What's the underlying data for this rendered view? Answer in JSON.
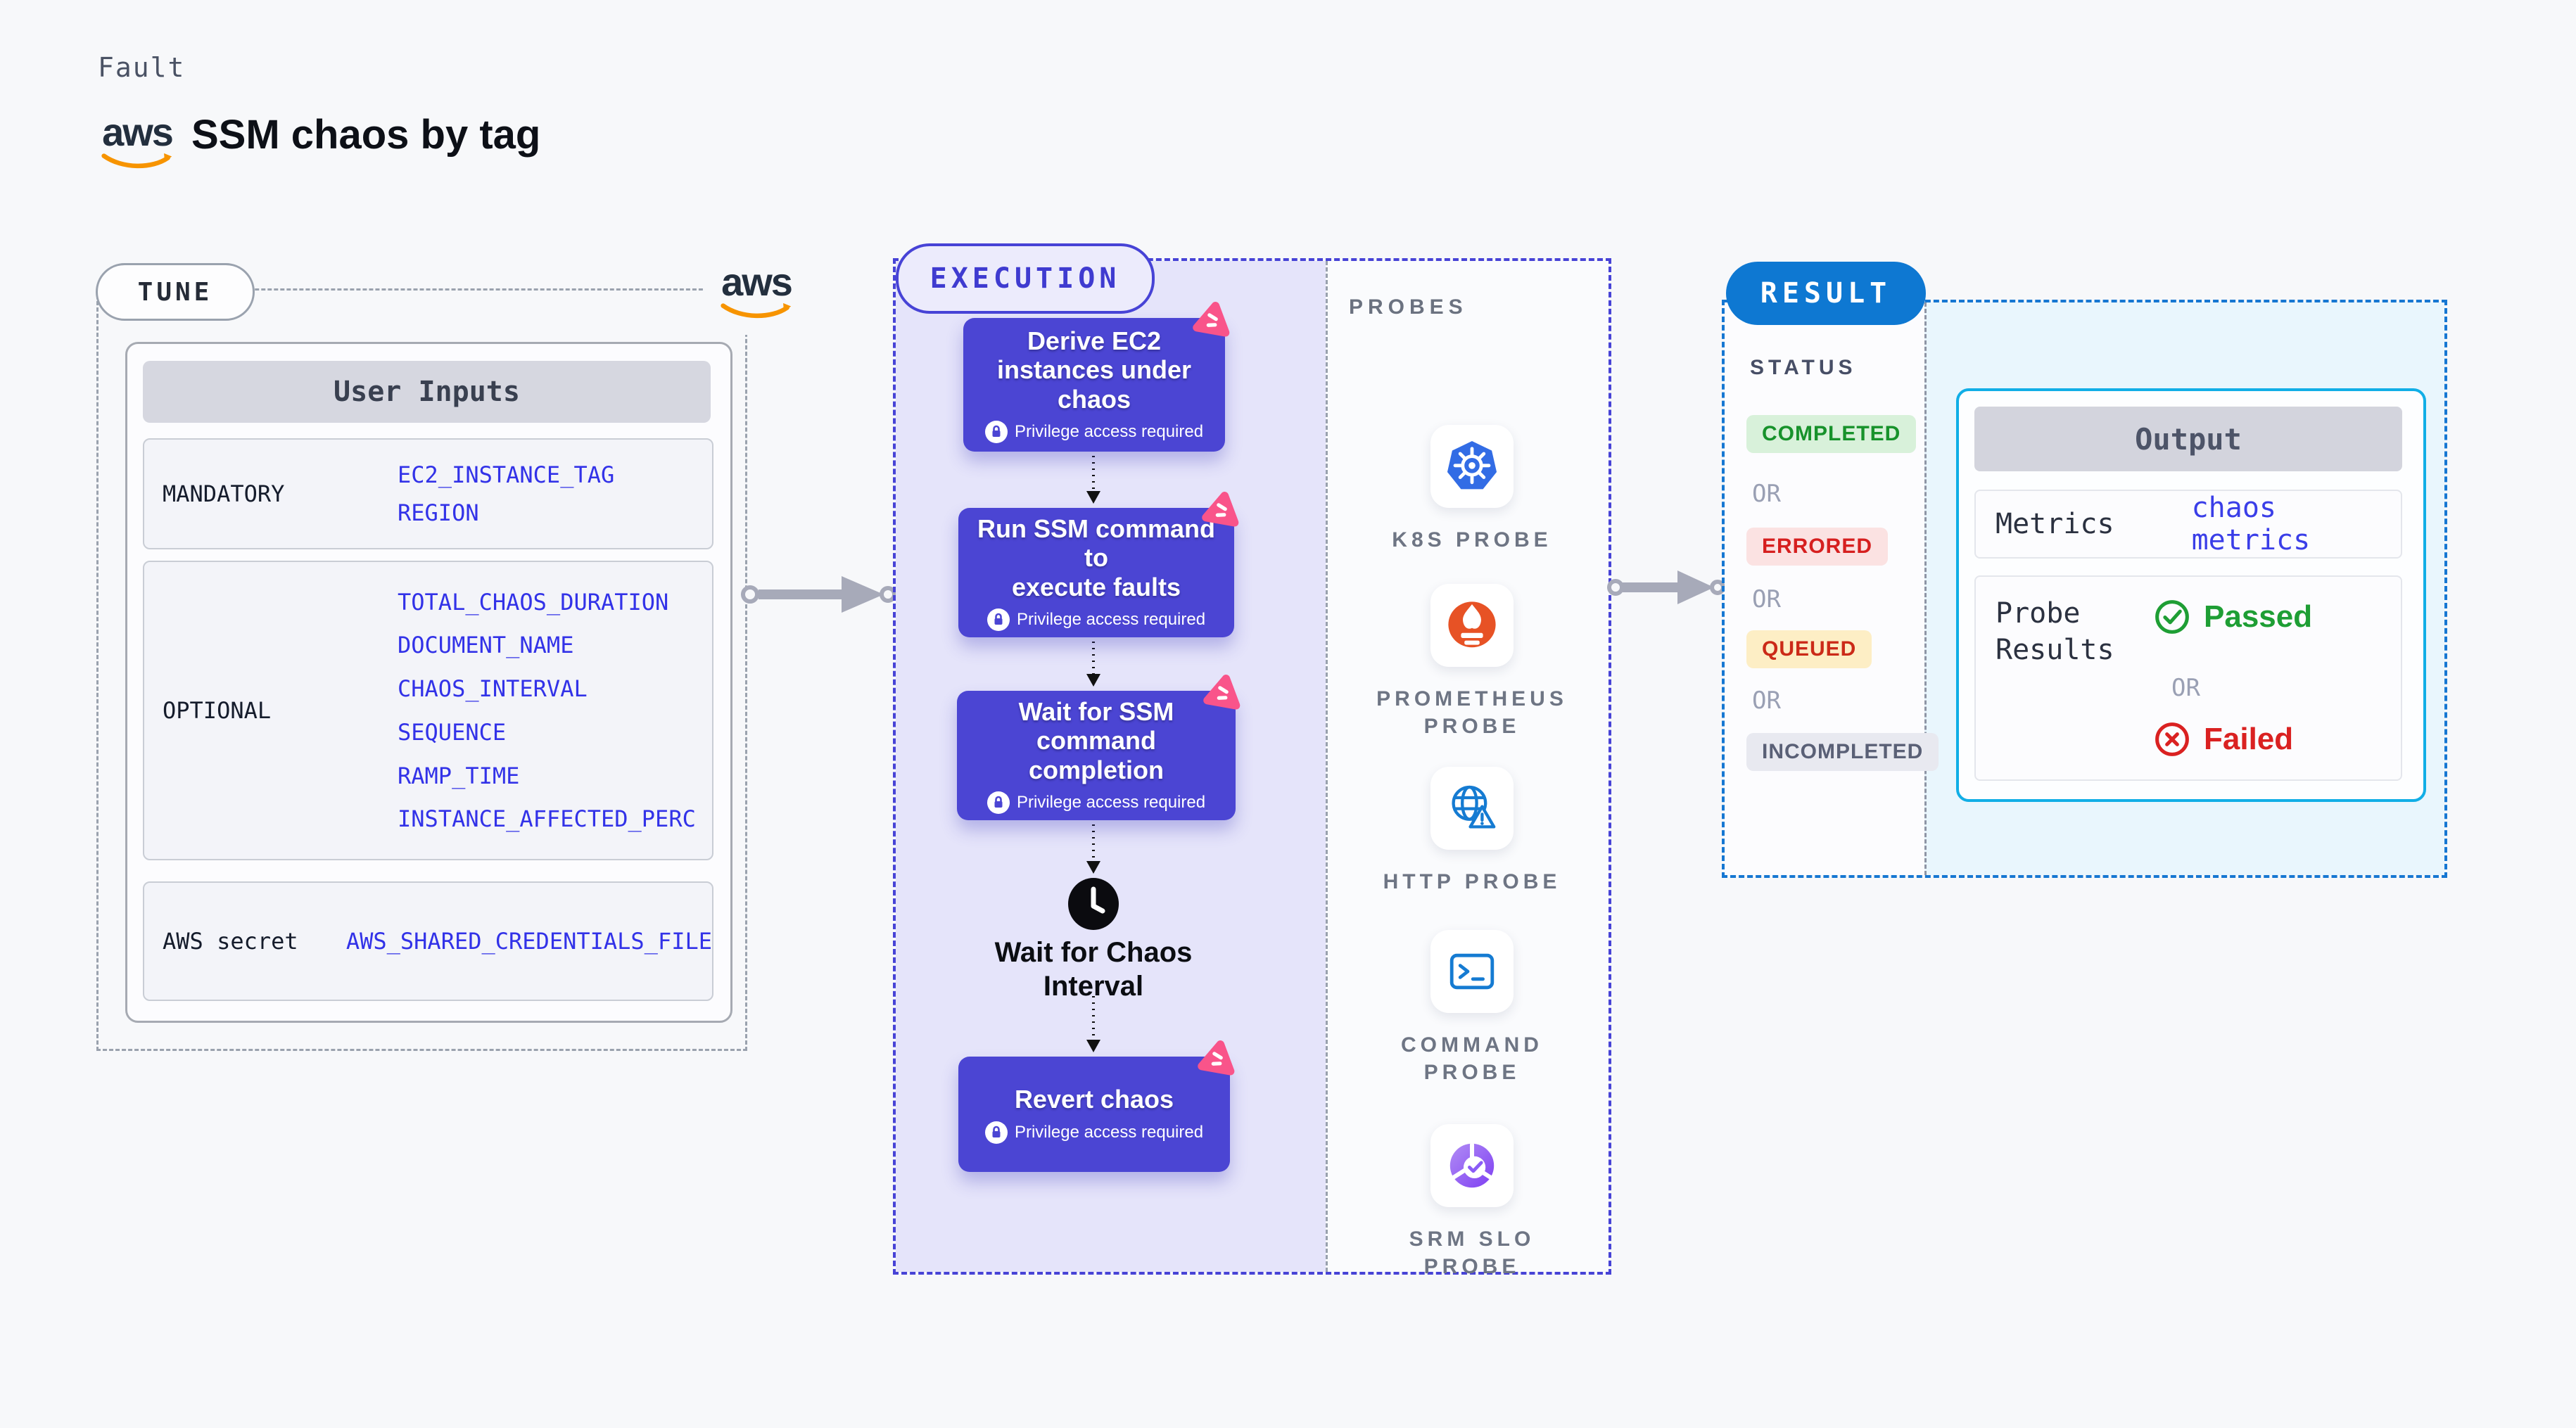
{
  "page": {
    "eyebrow": "Fault",
    "title": "SSM chaos by tag"
  },
  "aws": {
    "logo_text": "aws"
  },
  "tune": {
    "pill": "TUNE",
    "user_inputs_title": "User Inputs",
    "mandatory": {
      "label": "MANDATORY",
      "values": [
        "EC2_INSTANCE_TAG",
        "REGION"
      ]
    },
    "optional": {
      "label": "OPTIONAL",
      "values": [
        "TOTAL_CHAOS_DURATION",
        "DOCUMENT_NAME",
        "CHAOS_INTERVAL",
        "SEQUENCE",
        "RAMP_TIME",
        "INSTANCE_AFFECTED_PERC"
      ]
    },
    "aws_secret": {
      "label": "AWS secret",
      "values": [
        "AWS_SHARED_CREDENTIALS_FILE"
      ]
    }
  },
  "execution": {
    "pill": "EXECUTION",
    "privilege_note": "Privilege access required",
    "steps": [
      "Derive EC2\ninstances under\nchaos",
      "Run SSM command to\nexecute faults",
      "Wait for SSM\ncommand completion",
      "Revert chaos"
    ],
    "wait_label": "Wait for Chaos\nInterval"
  },
  "probes": {
    "title": "PROBES",
    "items": [
      "K8S PROBE",
      "PROMETHEUS\nPROBE",
      "HTTP PROBE",
      "COMMAND\nPROBE",
      "SRM SLO\nPROBE"
    ]
  },
  "result": {
    "pill": "RESULT",
    "status_title": "STATUS",
    "or": "OR",
    "statuses": [
      "COMPLETED",
      "ERRORED",
      "QUEUED",
      "INCOMPLETED"
    ],
    "output": {
      "title": "Output",
      "metrics_label": "Metrics",
      "metrics_value": "chaos metrics",
      "probe_results_label": "Probe\nResults",
      "passed": "Passed",
      "failed": "Failed"
    }
  },
  "palette": {
    "step_purple": "#4b45d3",
    "chaos_pink": "#f9548a",
    "execution_border": "#4743d6",
    "result_blue": "#0e78d2",
    "output_cyan": "#11aee6",
    "value_blue": "#3232e8",
    "passed_green": "#1e9e34",
    "failed_red": "#da2121"
  }
}
